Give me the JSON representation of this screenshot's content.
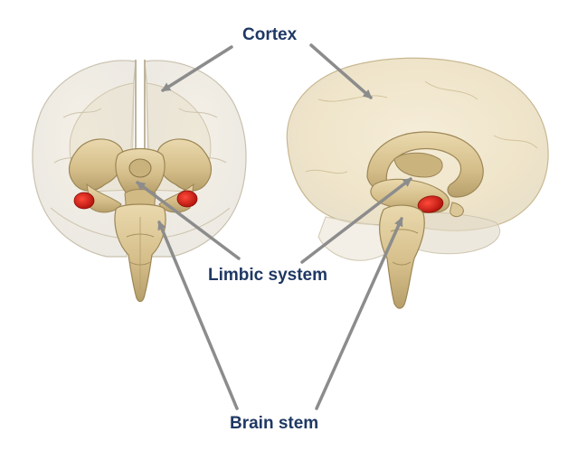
{
  "labels": {
    "cortex": "Cortex",
    "limbic_system": "Limbic system",
    "brain_stem": "Brain stem"
  },
  "colors": {
    "label_text": "#1f3864",
    "arrow": "#8c8c8c",
    "cortex_fill": "#efe2c4",
    "structure_fill": "#d9c496",
    "structure_stroke": "#9c8655",
    "highlight_red": "#d9261c"
  }
}
